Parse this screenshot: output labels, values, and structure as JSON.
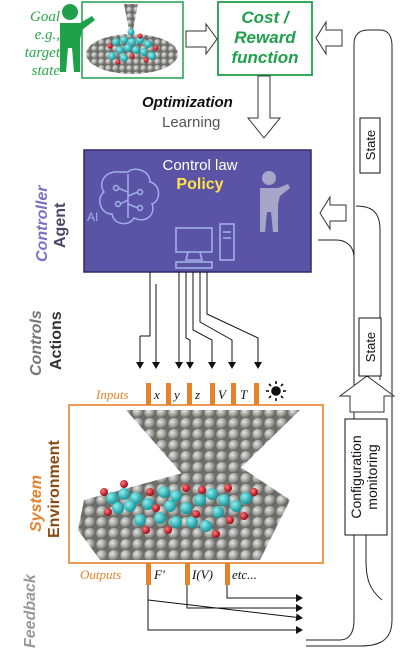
{
  "goal": {
    "label_lines": [
      "Goal",
      "e.g.,",
      "target",
      "state"
    ]
  },
  "cost": {
    "line1": "Cost /",
    "line2": "Reward",
    "line3": "function"
  },
  "optimization": {
    "label": "Optimization",
    "sublabel": "Learning"
  },
  "agent_box": {
    "control_law": "Control law",
    "policy": "Policy",
    "ai_badge": "AI"
  },
  "side_labels": {
    "controller": "Controller",
    "agent": "Agent",
    "controls": "Controls",
    "actions": "Actions",
    "system": "System",
    "environment": "Environment",
    "feedback": "Feedback"
  },
  "inputs": {
    "label": "Inputs",
    "vars": [
      "x",
      "y",
      "z",
      "V",
      "T"
    ],
    "light_icon": "sun-icon"
  },
  "outputs": {
    "label": "Outputs",
    "vars": [
      "F'",
      "I(V)",
      "etc..."
    ]
  },
  "state_top": "State",
  "state_mid": "State",
  "config": {
    "line1": "Configuration",
    "line2": "monitoring"
  },
  "colors": {
    "green": "#1fa14a",
    "purple": "#5b54a6",
    "orange": "#e8822a",
    "yellow": "#ffe14a",
    "controller_label": "#7a73c4",
    "agent_label": "#4a4466",
    "controls_label": "#777777",
    "actions_label": "#333333",
    "system_label": "#e8822a",
    "environment_label": "#8a4a10",
    "feedback_label": "#999999"
  }
}
